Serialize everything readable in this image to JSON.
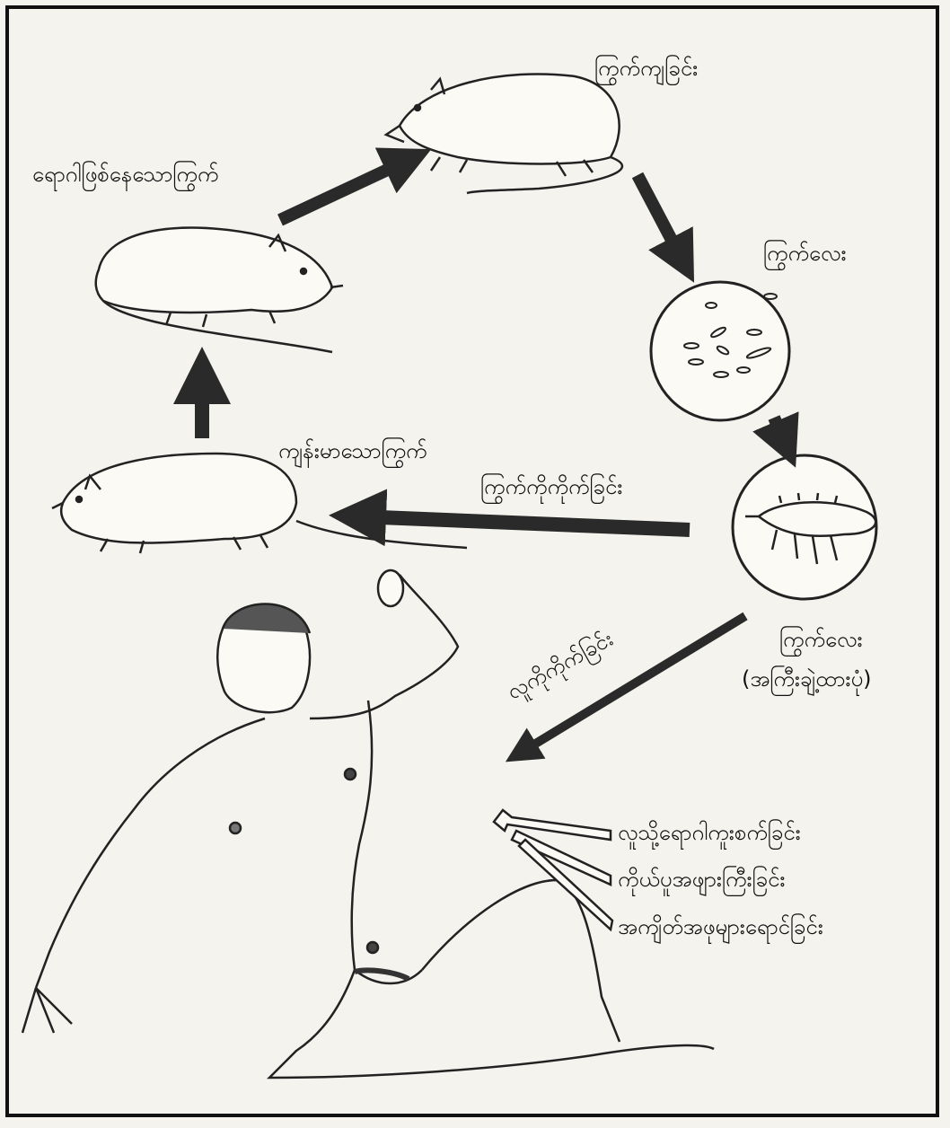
{
  "labels": {
    "flea_sucking": "ကြွက်ကျခြင်း",
    "infected_rat": "ရောဂါဖြစ်နေသောကြွက်",
    "rat_flea": "ကြွက်လေး",
    "healthy_rat": "ကျန်းမာသောကြွက်",
    "flea_bites_rat": "ကြွက်ကိုကိုက်ခြင်း",
    "flea_enlarged_title": "ကြွက်လေး",
    "flea_enlarged_caption": "(အကြီးချဲ့ထားပုံ)",
    "flea_bites_human": "လူကိုကိုက်ခြင်း",
    "symptom_1": "လူသို့ရောဂါကူးစက်ခြင်း",
    "symptom_2": "ကိုယ်ပူအဖျားကြီးခြင်း",
    "symptom_3": "အကျိတ်အဖုများရောင်ခြင်း"
  }
}
